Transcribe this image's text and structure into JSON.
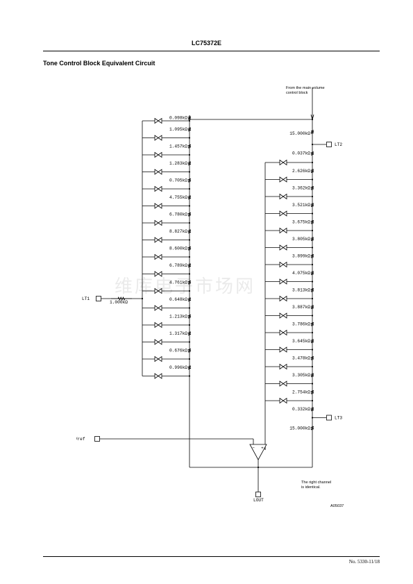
{
  "header": {
    "title": "LC75372E"
  },
  "section": {
    "heading": "Tone Control Block Equivalent Circuit"
  },
  "circuit": {
    "notes": {
      "input_line1": "From the main volume",
      "input_line2": "control block",
      "right_line1": "The right channel",
      "right_line2": "is identical.",
      "figure_code": "A05037"
    },
    "terminals": {
      "lt1": "LT1",
      "lt2": "LT2",
      "lt3": "LT3",
      "lvref": "LVref",
      "lout": "LOUT"
    },
    "lt1_resistor": "1.000kΩ",
    "left_ladder": [
      "0.098kΩ",
      "1.095kΩ",
      "1.457kΩ",
      "1.283kΩ",
      "0.705kΩ",
      "4.755kΩ",
      "6.780kΩ",
      "8.827kΩ",
      "8.600kΩ",
      "6.789kΩ",
      "4.761kΩ",
      "0.648kΩ",
      "1.213kΩ",
      "1.317kΩ",
      "0.676kΩ",
      "0.996kΩ"
    ],
    "right_top": "15.000kΩ",
    "right_ladder": [
      "0.037kΩ",
      "2.626kΩ",
      "3.362kΩ",
      "3.521kΩ",
      "3.675kΩ",
      "3.805kΩ",
      "3.899kΩ",
      "4.075kΩ",
      "3.813kΩ",
      "3.887kΩ",
      "3.786kΩ",
      "3.645kΩ",
      "3.478kΩ",
      "3.305kΩ",
      "2.754kΩ",
      "0.332kΩ"
    ],
    "right_bottom": "15.000kΩ"
  },
  "watermark": "维库电子市场网",
  "footer": {
    "text": "No. 5330-11/18"
  }
}
